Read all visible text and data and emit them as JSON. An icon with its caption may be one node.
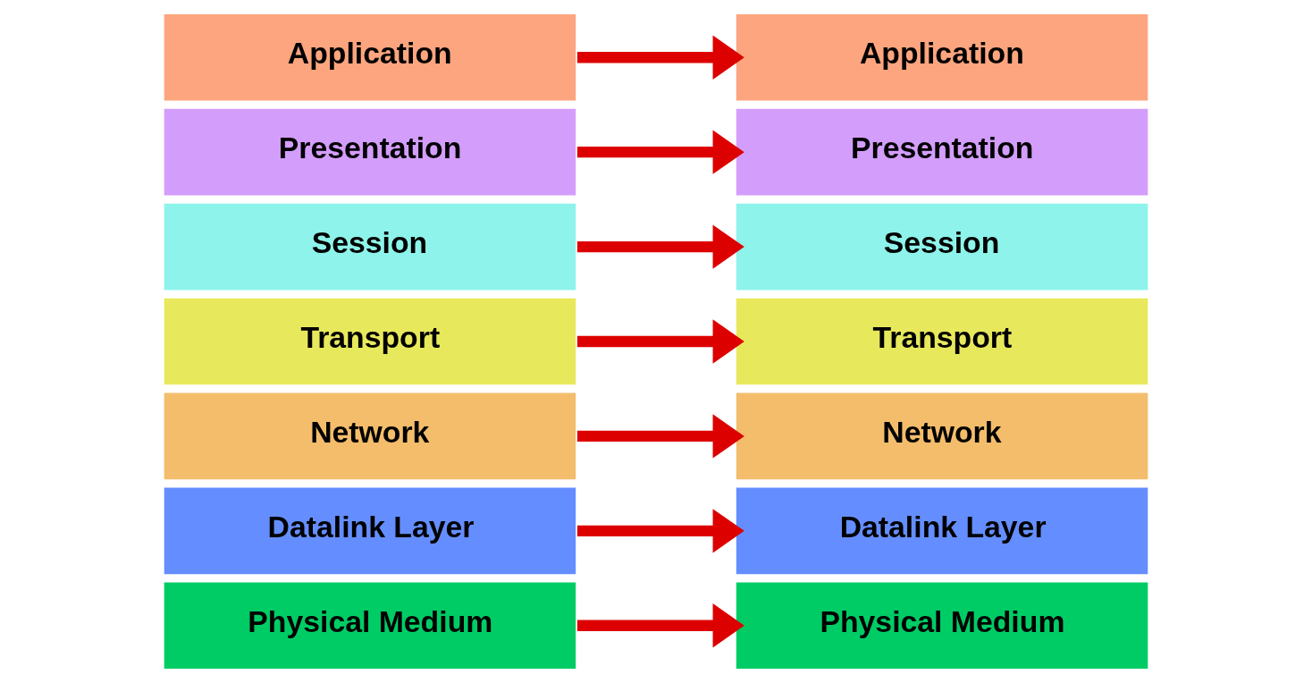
{
  "diagram": {
    "nodes": [
      {
        "text": [
          "Application"
        ]
      },
      {
        "text": [
          "Presentation"
        ]
      },
      {
        "text": [
          "Session"
        ]
      },
      {
        "text": [
          "Transport"
        ]
      },
      {
        "text": [
          "Network"
        ]
      },
      {
        "text": [
          "Datalink Layer"
        ]
      },
      {
        "text": [
          "Physical Medium"
        ]
      },
      {
        "text": [
          "Application"
        ]
      },
      {
        "text": [
          "Presentation"
        ]
      },
      {
        "text": [
          "Session"
        ]
      },
      {
        "text": [
          "Transport"
        ]
      },
      {
        "text": [
          "Network"
        ]
      },
      {
        "text": [
          "Datalink Layer"
        ]
      },
      {
        "text": [
          "Physical Medium"
        ]
      }
    ],
    "edges": [
      {
        "from": 0,
        "to": 7,
        "arrow": "to"
      },
      {
        "from": 1,
        "to": 8,
        "arrow": "to"
      },
      {
        "from": 2,
        "to": 9,
        "arrow": "to"
      },
      {
        "from": 3,
        "to": 10,
        "arrow": "to"
      },
      {
        "from": 4,
        "to": 11,
        "arrow": "to"
      },
      {
        "from": 5,
        "to": 12,
        "arrow": "to"
      },
      {
        "from": 6,
        "to": 13,
        "arrow": "to"
      }
    ]
  }
}
